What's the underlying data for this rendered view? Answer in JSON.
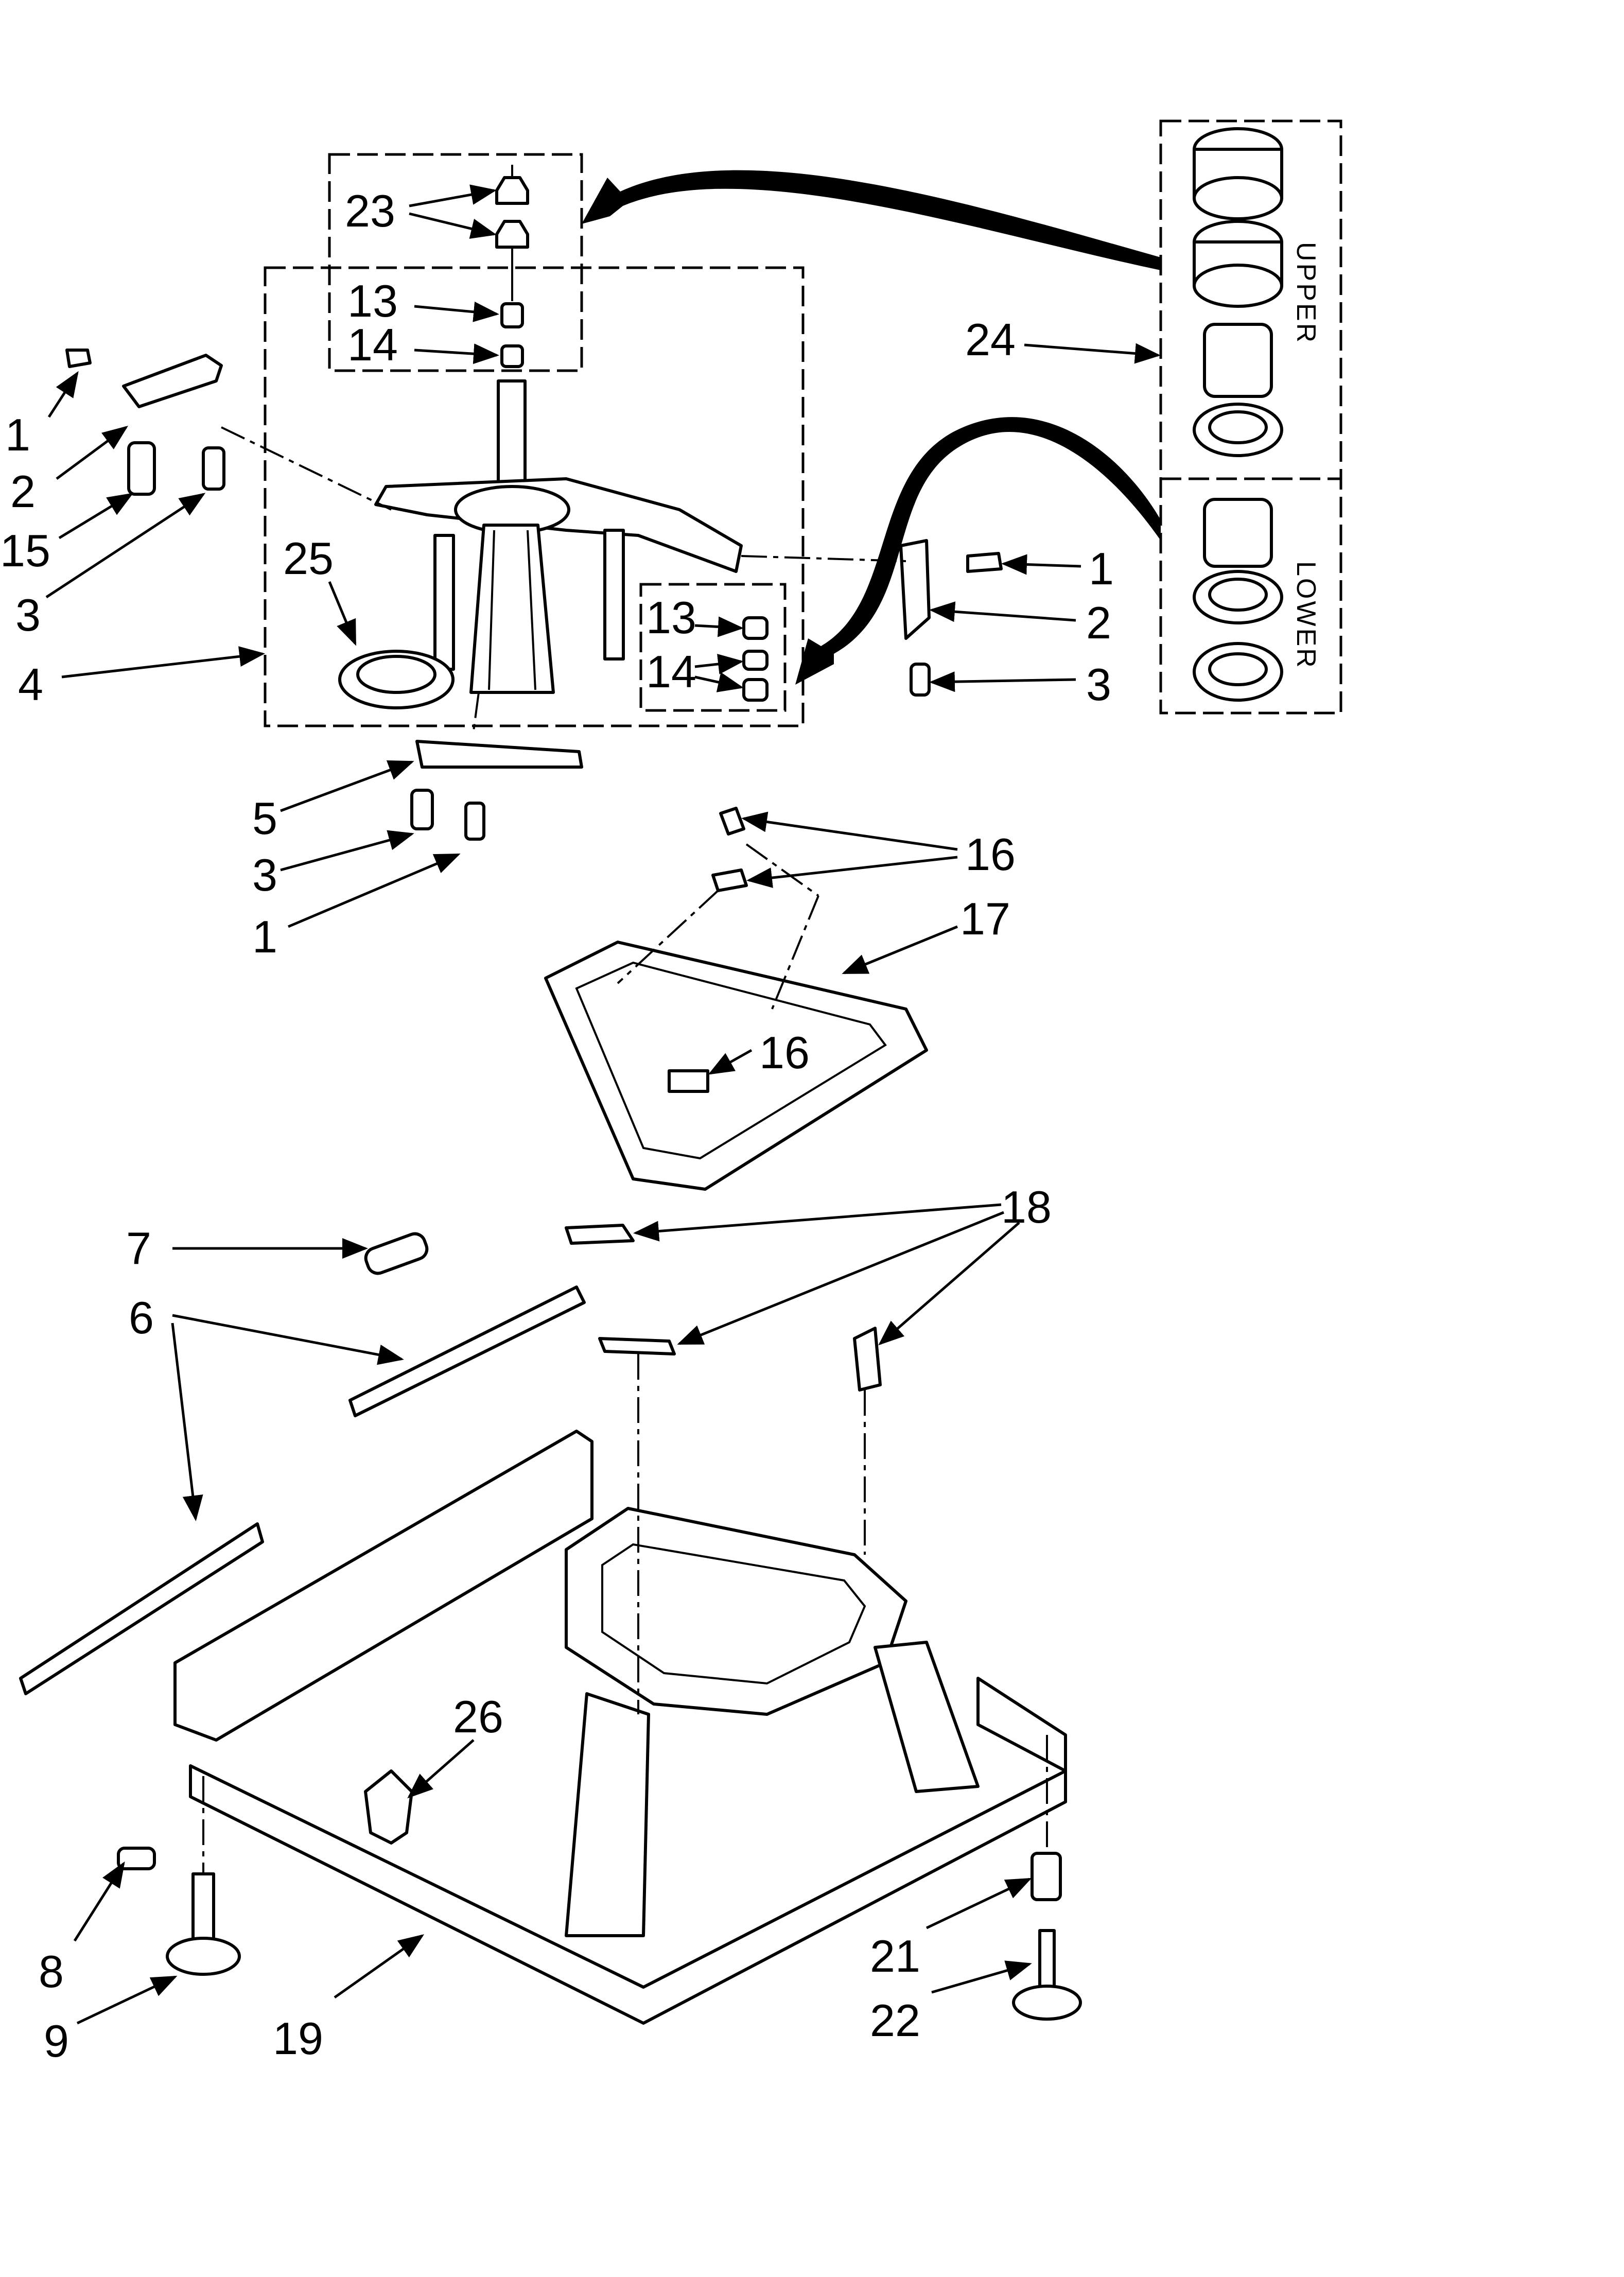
{
  "labels": {
    "p1a": "1",
    "p2a": "2",
    "p15": "15",
    "p3a": "3",
    "p4": "4",
    "p23": "23",
    "p13a": "13",
    "p14a": "14",
    "p25": "25",
    "p13b": "13",
    "p14b": "14",
    "p24": "24",
    "p1b": "1",
    "p2b": "2",
    "p3b": "3",
    "p5": "5",
    "p3c": "3",
    "p1c": "1",
    "p16a": "16",
    "p17": "17",
    "p16b": "16",
    "p7": "7",
    "p18": "18",
    "p6": "6",
    "p26": "26",
    "p8": "8",
    "p9": "9",
    "p19": "19",
    "p21": "21",
    "p22": "22"
  },
  "kit": {
    "upper_label": "UPPER",
    "lower_label": "LOWER"
  }
}
